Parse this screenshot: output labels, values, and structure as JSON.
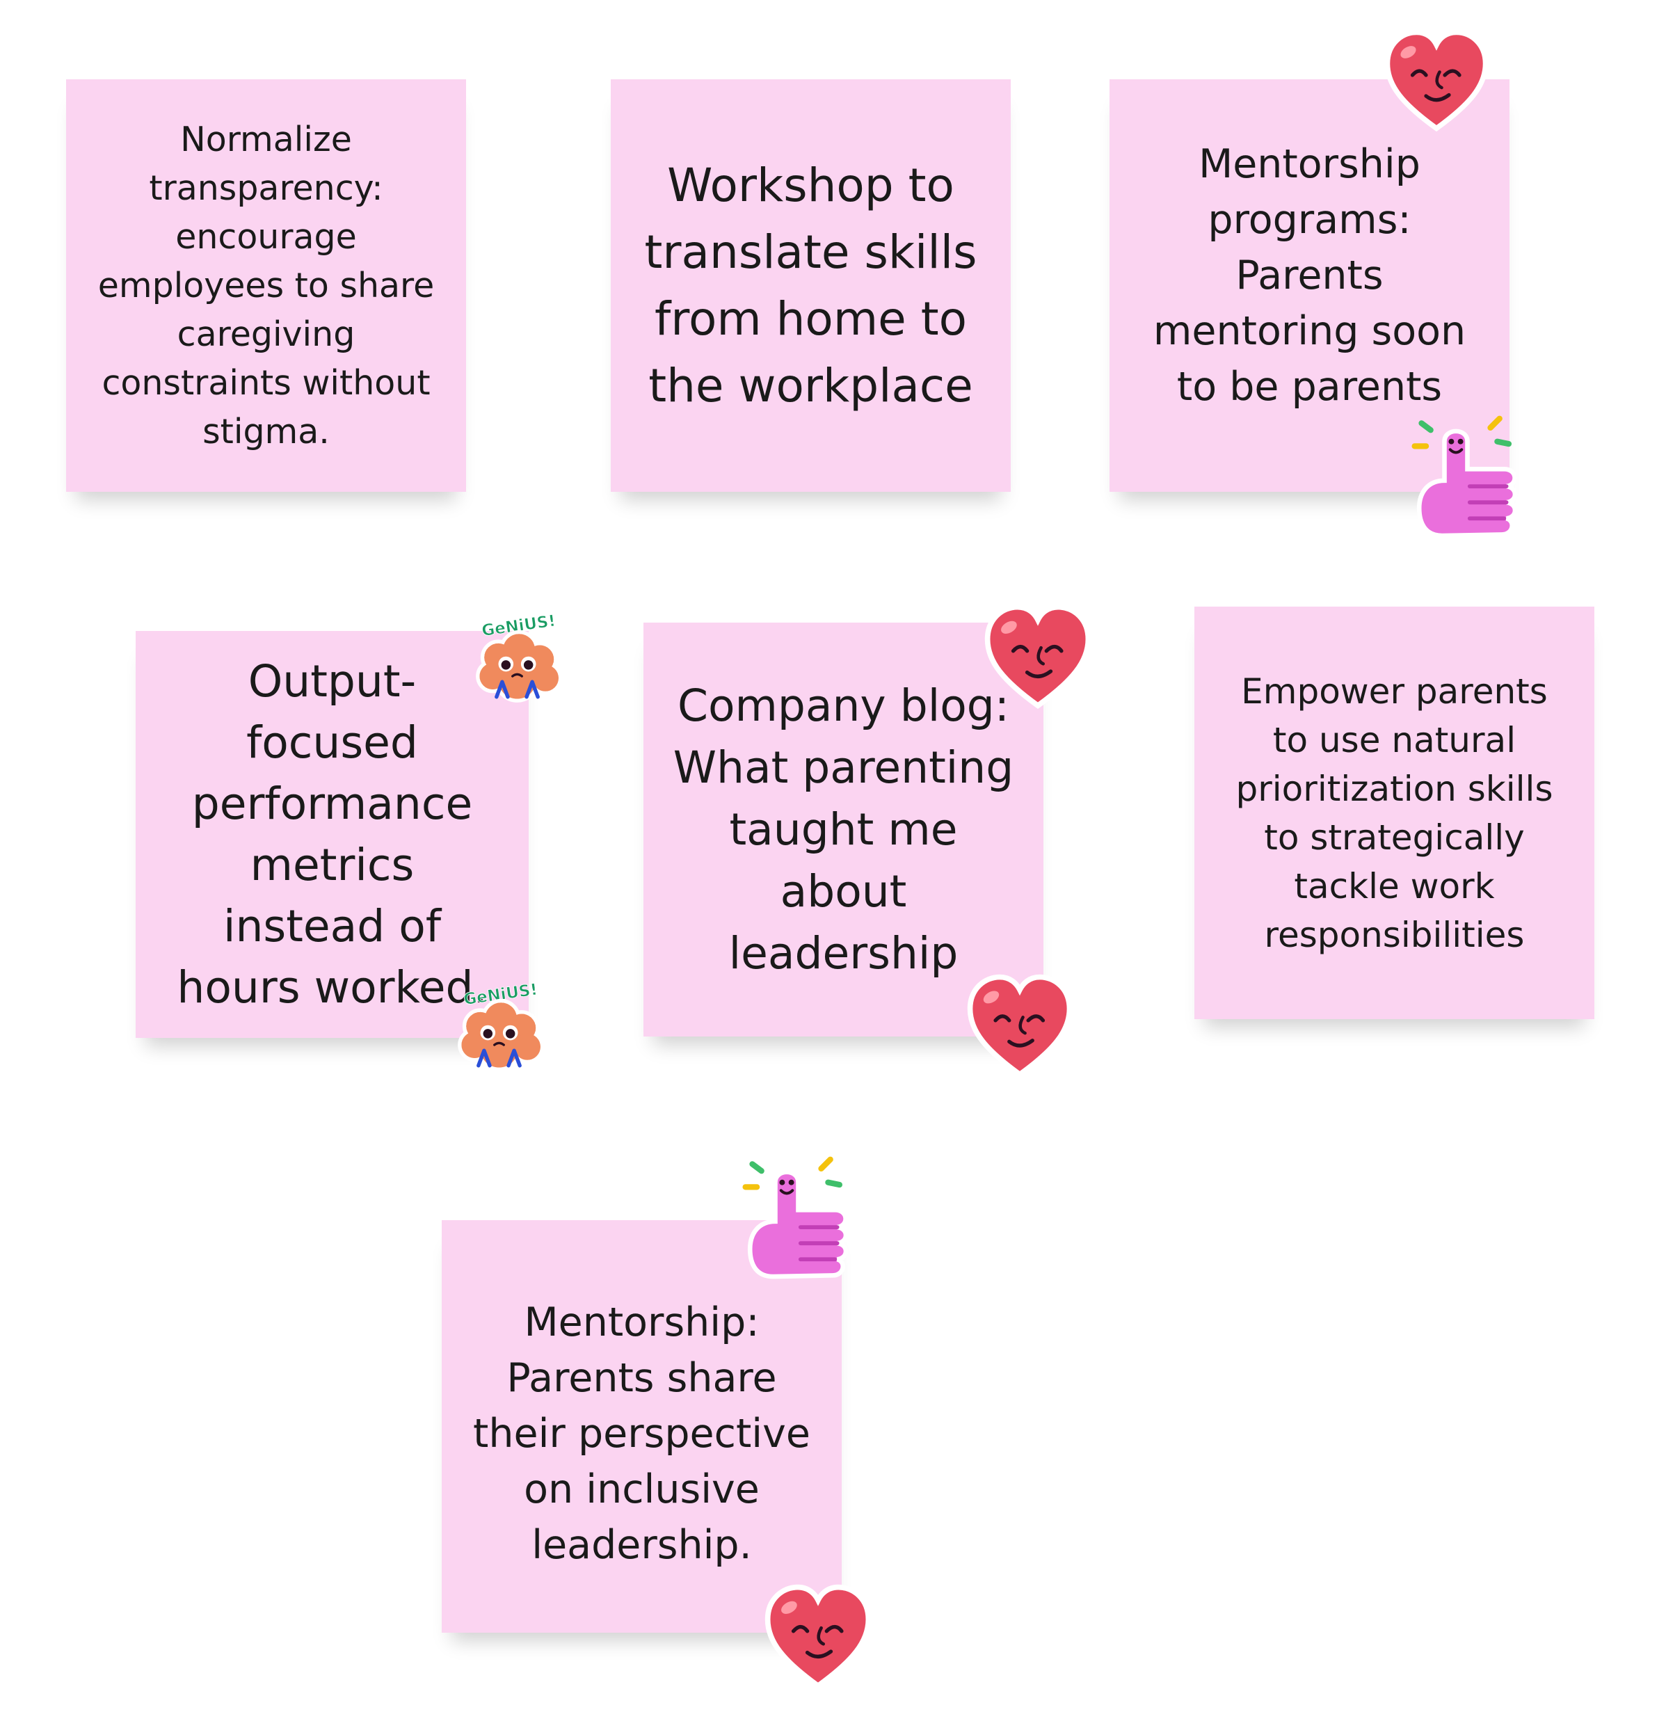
{
  "board": {
    "background": "#ffffff",
    "note_color": "#fbd4f1",
    "notes": [
      {
        "text": "Normalize transparency: encourage employees to share caregiving constraints without stigma."
      },
      {
        "text": "Workshop to translate skills from home to the workplace"
      },
      {
        "text": "Mentorship programs: Parents mentoring soon to be parents"
      },
      {
        "text": "Output-focused performance metrics instead of hours worked."
      },
      {
        "text": "Company blog: What parenting taught me about leadership"
      },
      {
        "text": "Empower parents to use natural prioritization skills to strategically tackle work responsibilities"
      },
      {
        "text": "Mentorship: Parents share their perspective on inclusive leadership."
      }
    ],
    "stickers": {
      "genius_label": "GeNiUS!",
      "heart": "heart-smile-icon",
      "thumbs": "thumbs-up-icon",
      "brain": "brain-genius-icon"
    }
  }
}
